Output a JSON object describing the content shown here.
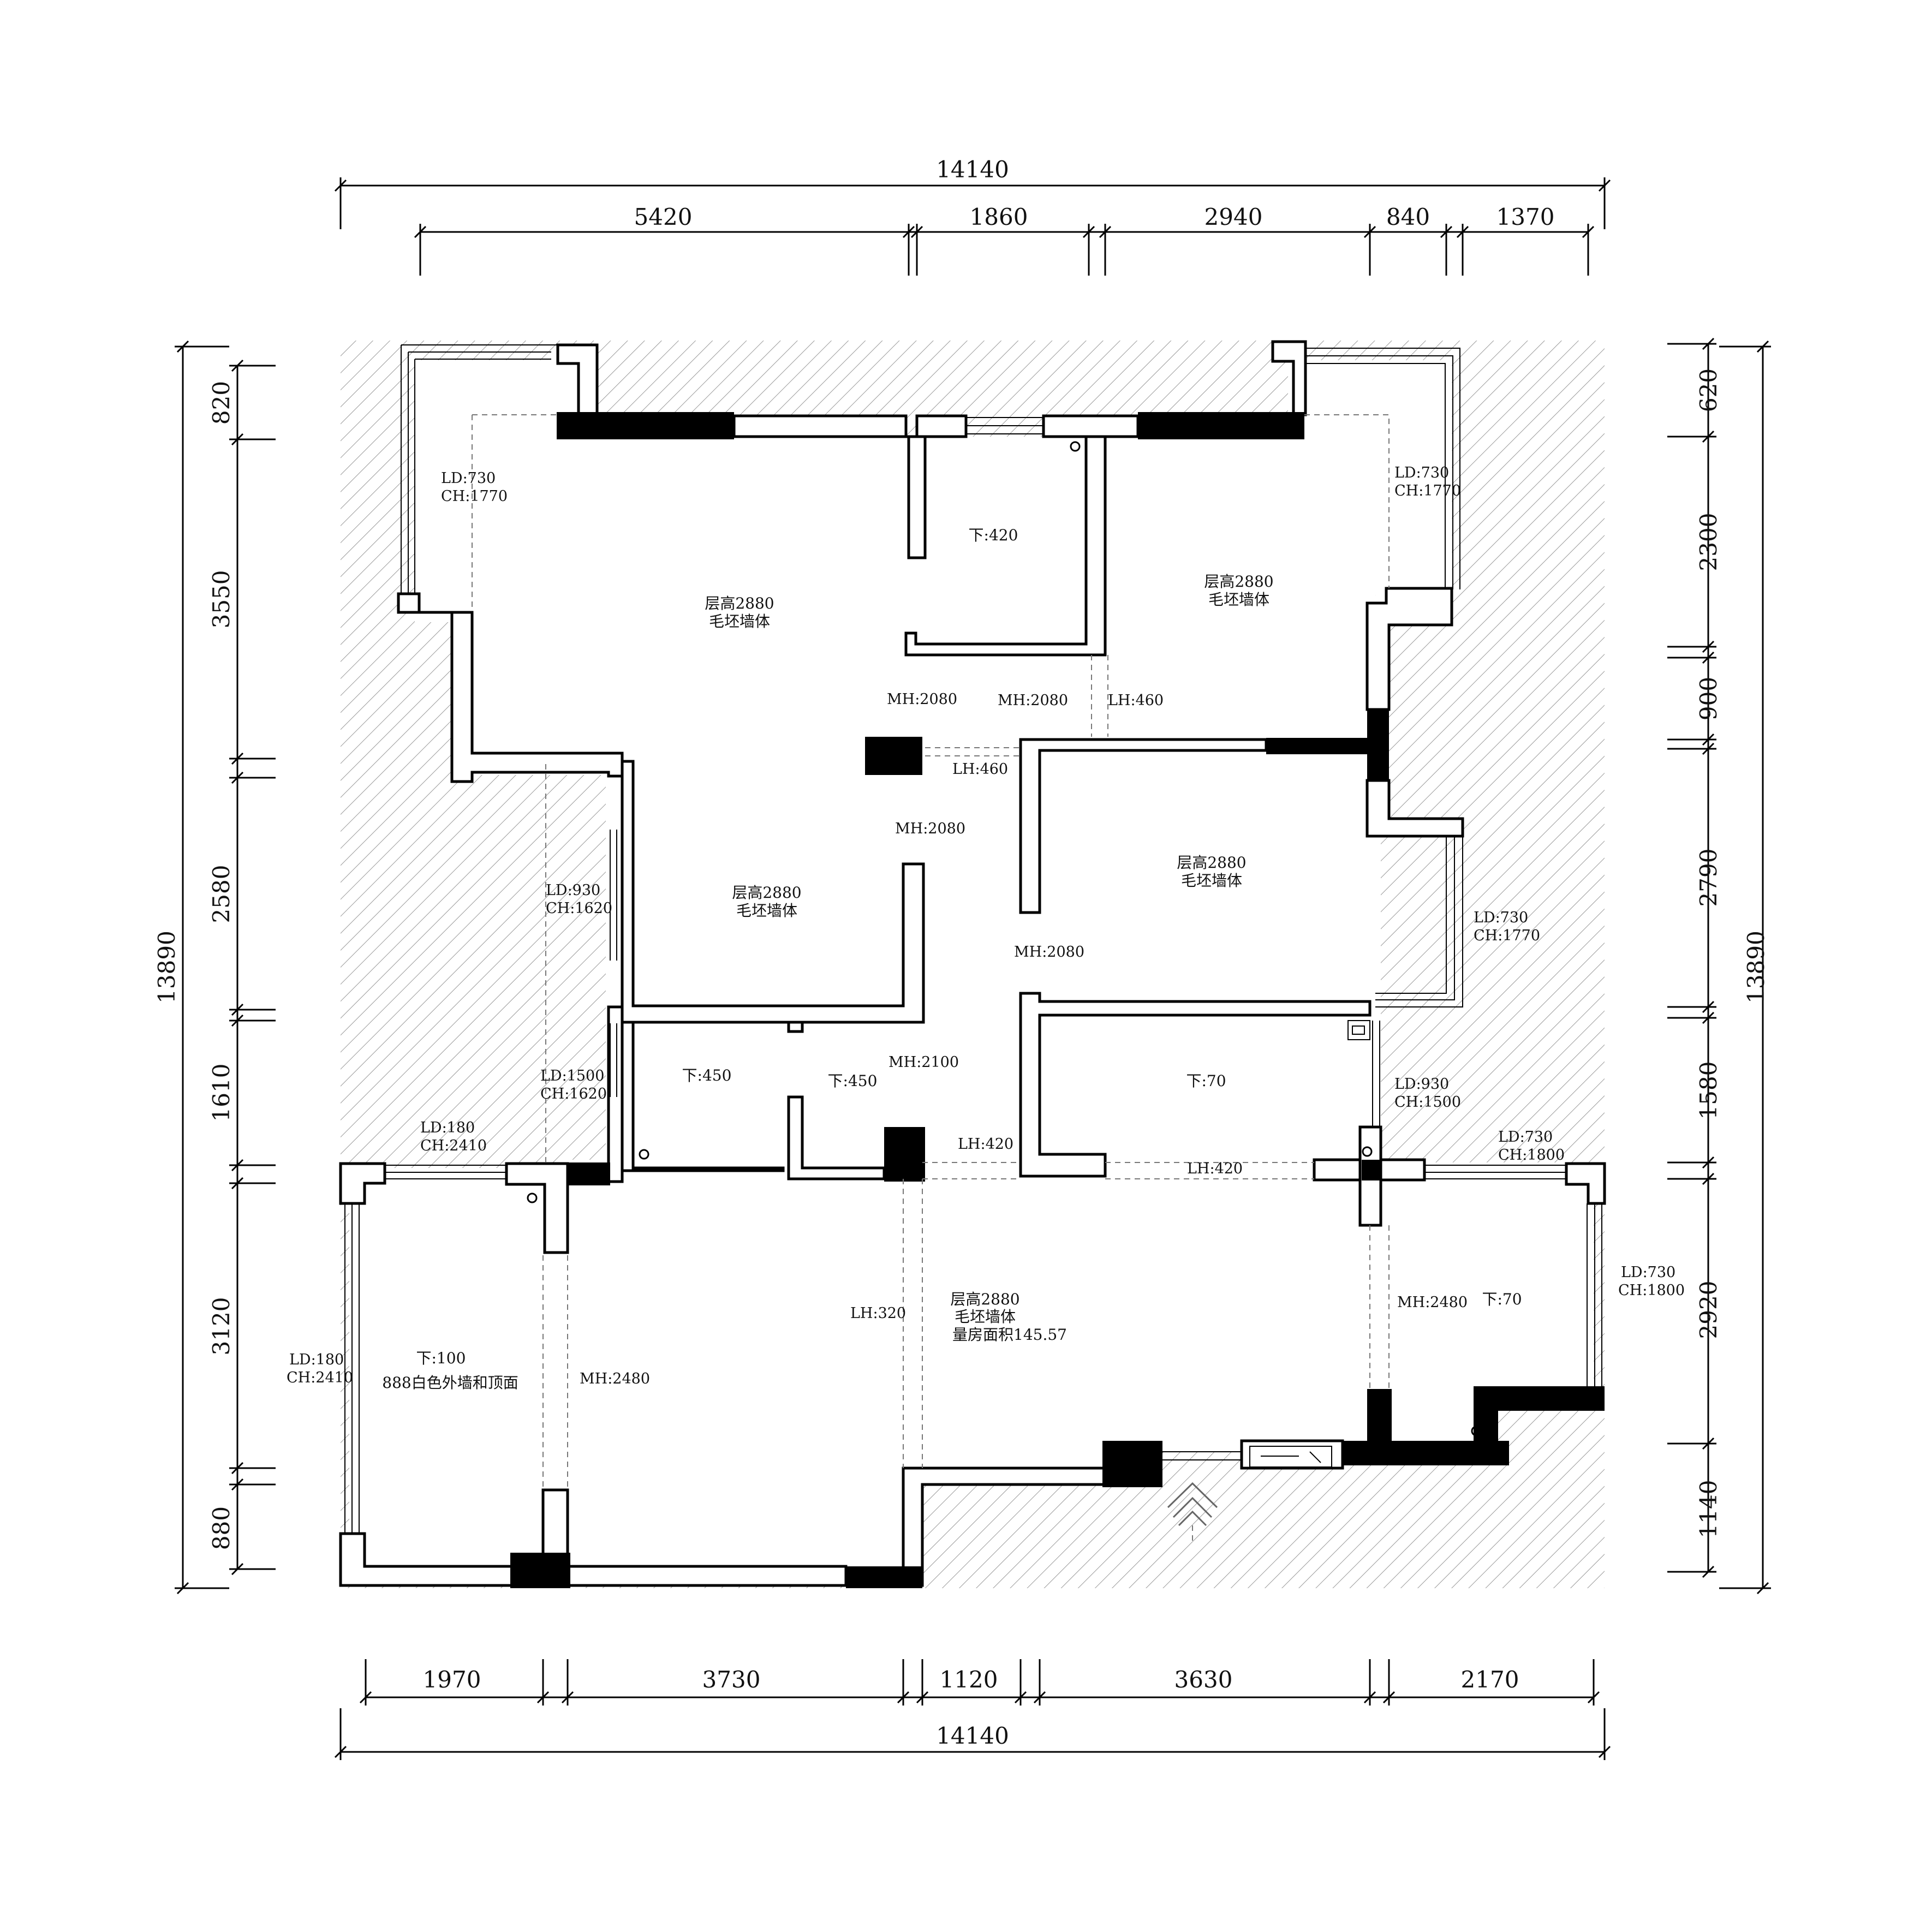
{
  "dimensions": {
    "top_total": "14140",
    "top_segments": [
      "5420",
      "1860",
      "2940",
      "840",
      "1370"
    ],
    "bottom_total": "14140",
    "bottom_segments": [
      "1970",
      "3730",
      "1120",
      "3630",
      "2170"
    ],
    "left_total": "13890",
    "left_segments": [
      "820",
      "3550",
      "2580",
      "1610",
      "3120",
      "880"
    ],
    "right_total": "13890",
    "right_segments": [
      "620",
      "2300",
      "900",
      "2790",
      "1580",
      "2920",
      "1140"
    ]
  },
  "rooms": {
    "north_left": [
      "层高2880",
      "毛坯墙体"
    ],
    "north_small": [
      "下:420"
    ],
    "north_right": [
      "层高2880",
      "毛坯墙体"
    ],
    "mid_left": [
      "层高2880",
      "毛坯墙体"
    ],
    "mid_right": [
      "层高2880",
      "毛坯墙体"
    ],
    "bath_left": [
      "下:450"
    ],
    "bath_right": [
      "下:450"
    ],
    "bath_east": [
      "下:70"
    ],
    "living": [
      "层高2880",
      "毛坯墙体",
      "量房面积145.57"
    ],
    "balcony_west": [
      "下:100",
      "888白色外墙和顶面"
    ],
    "balcony_east": [
      "下:70"
    ]
  },
  "openings": {
    "win_nw": [
      "LD:730",
      "CH:1770"
    ],
    "win_ne": [
      "LD:730",
      "CH:1770"
    ],
    "win_mid_left": [
      "LD:930",
      "CH:1620"
    ],
    "win_bath_left": [
      "LD:1500",
      "CH:1620"
    ],
    "win_mid_right": [
      "LD:730",
      "CH:1770"
    ],
    "win_bath_east": [
      "LD:930",
      "CH:1500"
    ],
    "win_balc_top": [
      "LD:180",
      "CH:2410"
    ],
    "win_balc_left": [
      "LD:180",
      "CH:2410"
    ],
    "win_east_top": [
      "LD:730",
      "CH:1800"
    ],
    "win_east_right": [
      "LD:730",
      "CH:1800"
    ]
  },
  "door_heights": {
    "mh1": "MH:2080",
    "mh2": "MH:2080",
    "lh1": "LH:460",
    "lh2": "LH:460",
    "mh3": "MH:2080",
    "mh4": "MH:2080",
    "mh5": "MH:2100",
    "lh3": "LH:420",
    "lh4": "LH:420",
    "lh5": "LH:320",
    "mh6": "MH:2480",
    "mh7": "MH:2480"
  }
}
